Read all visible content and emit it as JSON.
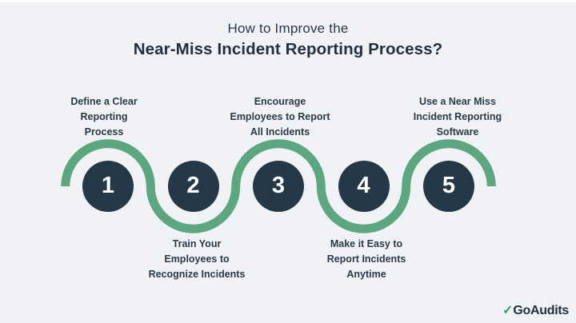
{
  "title": {
    "line1": "How to Improve the",
    "line2": "Near-Miss Incident Reporting Process?"
  },
  "steps": [
    {
      "number": "1",
      "label": "Define a Clear\nReporting\nProcess",
      "label_position": "above"
    },
    {
      "number": "2",
      "label": "Train Your\nEmployees to\nRecognize Incidents",
      "label_position": "below"
    },
    {
      "number": "3",
      "label": "Encourage\nEmployees to Report\nAll Incidents",
      "label_position": "above"
    },
    {
      "number": "4",
      "label": "Make it Easy to\nReport Incidents\nAnytime",
      "label_position": "below"
    },
    {
      "number": "5",
      "label": "Use a Near Miss\nIncident Reporting\nSoftware",
      "label_position": "above"
    }
  ],
  "logo": {
    "checkmark": "✓",
    "brand": "GoAudits"
  },
  "colors": {
    "background": "#F0F2F6",
    "wave_green": "#5CA77F",
    "circle_navy": "#243848",
    "title_navy": "#22303F",
    "label_text": "#2B3A47",
    "number_text": "#FFFFFF",
    "logo_green": "#35A261"
  }
}
